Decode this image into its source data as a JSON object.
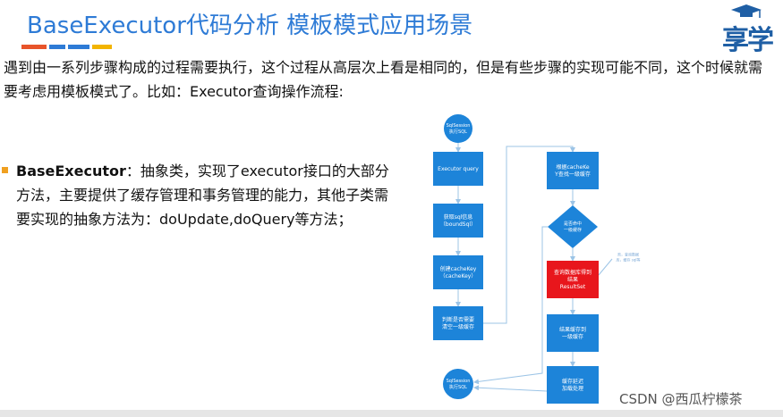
{
  "slide": {
    "title": "BaseExecutor代码分析 模板模式应用场景",
    "title_color": "#2e7bd6",
    "title_bar_colors": [
      "#e8542a",
      "#2e7bd6",
      "#2e7bd6",
      "#f2b400"
    ]
  },
  "logo": {
    "text": "享学",
    "icon": "graduation-cap-icon"
  },
  "intro": {
    "text": "遇到由一系列步骤构成的过程需要执行，这个过程从高层次上看是相同的，但是有些步骤的实现可能不同，这个时候就需要考虑用模板模式了。比如：Executor查询操作流程:"
  },
  "bullet": {
    "term": "BaseExecutor",
    "description": "：抽象类，实现了executor接口的大部分方法，主要提供了缓存管理和事务管理的能力，其他子类需要实现的抽象方法为：doUpdate,doQuery等方法；"
  },
  "flowchart": {
    "start": [
      "SqlSession",
      "执行SQL"
    ],
    "end": [
      "SqlSession",
      "执行SQL"
    ],
    "left_steps": [
      [
        "Executor query"
      ],
      [
        "获取sql信息",
        "（boundSql）"
      ],
      [
        "创建cacheKey",
        "（cacheKey）"
      ],
      [
        "判断是否需要",
        "清空一级缓存"
      ]
    ],
    "right_steps": [
      [
        "根据cacheKe",
        "Y查找一级缓存"
      ],
      [
        "查询数据库得到",
        "结果",
        "ResultSet"
      ],
      [
        "结果缓存到",
        "一级缓存"
      ],
      [
        "缓存延迟",
        "加载处理"
      ]
    ],
    "decision": [
      "是否命中",
      "一级缓存"
    ],
    "side_note": [
      "否，查询数据",
      "库，缓存 sql等"
    ],
    "colors": {
      "box": "#1d84d9",
      "highlight": "#e8161c",
      "line": "#9cc4e6"
    }
  },
  "watermark": "CSDN @西瓜柠檬茶"
}
